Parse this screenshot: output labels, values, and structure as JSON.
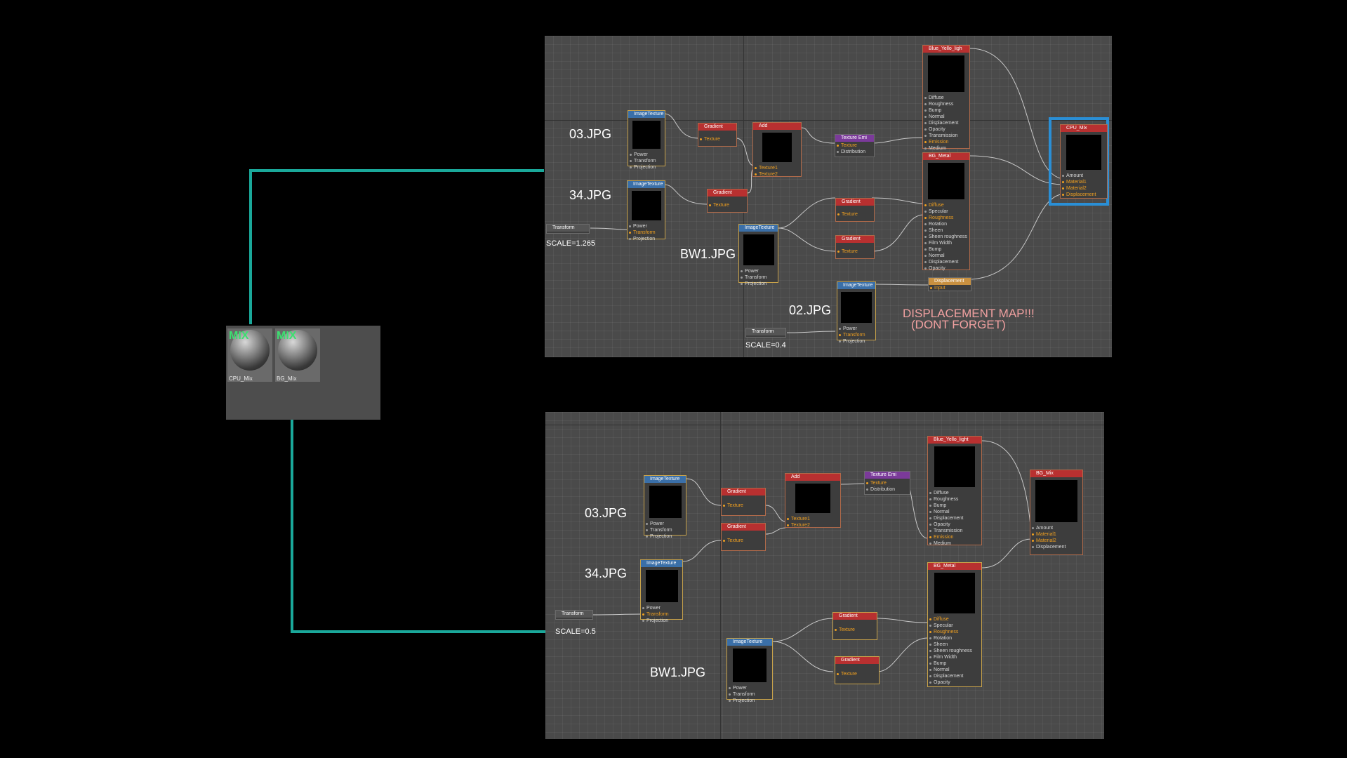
{
  "top": {
    "labels": {
      "l03": "03.JPG",
      "l34": "34.JPG",
      "bw1": "BW1.JPG",
      "l02": "02.JPG",
      "scale1": "SCALE=1.265",
      "scale2": "SCALE=0.4"
    },
    "note": {
      "line1": "DISPLACEMENT MAP!!!",
      "line2": "(DONT  FORGET)"
    },
    "nodes": {
      "img1": {
        "title": "ImageTexture",
        "pins": [
          "Power",
          "Transform",
          "Projection"
        ]
      },
      "img2": {
        "title": "ImageTexture",
        "pins": [
          "Power",
          "Transform",
          "Projection"
        ]
      },
      "img3": {
        "title": "ImageTexture",
        "pins": [
          "Power",
          "Transform",
          "Projection"
        ]
      },
      "img4": {
        "title": "ImageTexture",
        "pins": [
          "Power",
          "Transform",
          "Projection"
        ]
      },
      "grad1": {
        "title": "Gradient",
        "pin": "Texture"
      },
      "grad2": {
        "title": "Gradient",
        "pin": "Texture"
      },
      "grad3": {
        "title": "Gradient",
        "pin": "Texture"
      },
      "grad4": {
        "title": "Gradient",
        "pin": "Texture"
      },
      "add": {
        "title": "Add",
        "pins": [
          "Texture1",
          "Texture2"
        ]
      },
      "emi": {
        "title": "Texture Emi",
        "pins": [
          "Texture",
          "Distribution"
        ]
      },
      "trans1": {
        "title": "Transform"
      },
      "trans2": {
        "title": "Transform"
      },
      "disp": {
        "title": "Displacement",
        "pin": "Input"
      },
      "blue": {
        "title": "Blue_Yello_ligh",
        "pins": [
          "Diffuse",
          "Roughness",
          "Bump",
          "Normal",
          "Displacement",
          "Opacity",
          "Transmission",
          "Emission",
          "Medium"
        ]
      },
      "metal": {
        "title": "BG_Metal",
        "pins": [
          "Diffuse",
          "Specular",
          "Roughness",
          "Rotation",
          "Sheen",
          "Sheen roughness",
          "Film Width",
          "Bump",
          "Normal",
          "Displacement",
          "Opacity"
        ]
      },
      "mix": {
        "title": "CPU_Mix",
        "pins": [
          "Amount",
          "Material1",
          "Material2",
          "Displacement"
        ]
      }
    }
  },
  "bottom": {
    "labels": {
      "l03": "03.JPG",
      "l34": "34.JPG",
      "bw1": "BW1.JPG",
      "scale": "SCALE=0.5"
    },
    "nodes": {
      "img1": {
        "title": "ImageTexture",
        "pins": [
          "Power",
          "Transform",
          "Projection"
        ]
      },
      "img2": {
        "title": "ImageTexture",
        "pins": [
          "Power",
          "Transform",
          "Projection"
        ]
      },
      "img3": {
        "title": "ImageTexture",
        "pins": [
          "Power",
          "Transform",
          "Projection"
        ]
      },
      "grad1": {
        "title": "Gradient",
        "pin": "Texture"
      },
      "grad2": {
        "title": "Gradient",
        "pin": "Texture"
      },
      "grad3": {
        "title": "Gradient",
        "pin": "Texture"
      },
      "grad4": {
        "title": "Gradient",
        "pin": "Texture"
      },
      "add": {
        "title": "Add",
        "pins": [
          "Texture1",
          "Texture2"
        ]
      },
      "emi": {
        "title": "Texture Emi",
        "pins": [
          "Texture",
          "Distribution"
        ]
      },
      "trans": {
        "title": "Transform"
      },
      "blue": {
        "title": "Blue_Yello_light",
        "pins": [
          "Diffuse",
          "Roughness",
          "Bump",
          "Normal",
          "Displacement",
          "Opacity",
          "Transmission",
          "Emission",
          "Medium"
        ]
      },
      "metal": {
        "title": "BG_Metal",
        "pins": [
          "Diffuse",
          "Specular",
          "Roughness",
          "Rotation",
          "Sheen",
          "Sheen roughness",
          "Film Width",
          "Bump",
          "Normal",
          "Displacement",
          "Opacity"
        ]
      },
      "mix": {
        "title": "BG_Mix",
        "pins": [
          "Amount",
          "Material1",
          "Material2",
          "Displacement"
        ]
      }
    }
  },
  "materials": [
    {
      "badge": "MIX",
      "name": "CPU_Mix"
    },
    {
      "badge": "MIX",
      "name": "BG_Mix"
    }
  ],
  "colors": {
    "connector": "#1aa89a",
    "highlight": "#2a8fd6",
    "wire": "#c8c8c8"
  }
}
